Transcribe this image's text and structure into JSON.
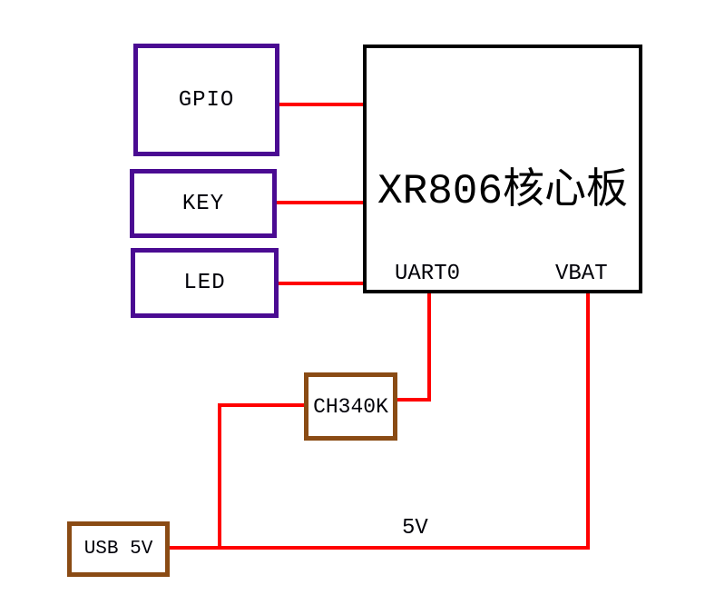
{
  "diagram": {
    "title": "XR806 core board wiring diagram",
    "colors": {
      "wire": "#ff0000",
      "peripheral_border": "#4a0b92",
      "usb_serial_border": "#8a4b14",
      "core_border": "#000000",
      "background": "#ffffff"
    },
    "blocks": {
      "gpio": {
        "label": "GPIO"
      },
      "key": {
        "label": "KEY"
      },
      "led": {
        "label": "LED"
      },
      "core": {
        "label": "XR806核心板"
      },
      "ch340k": {
        "label": "CH340K"
      },
      "usb": {
        "label": "USB 5V"
      }
    },
    "pins": {
      "uart0": "UART0",
      "vbat": "VBAT"
    },
    "net_labels": {
      "five_v": "5V"
    },
    "connections": [
      "GPIO - XR806核心板",
      "KEY - XR806核心板",
      "LED - XR806核心板",
      "CH340K - UART0",
      "USB 5V - CH340K",
      "USB 5V - 5V - VBAT"
    ]
  }
}
